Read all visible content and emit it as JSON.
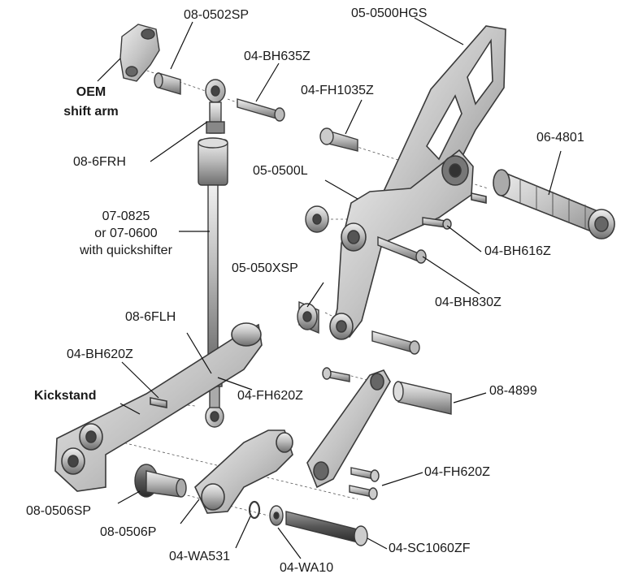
{
  "labels": {
    "part_08_0502SP": "08-0502SP",
    "part_05_0500HGS": "05-0500HGS",
    "part_04_BH635Z": "04-BH635Z",
    "oem_line1": "OEM",
    "oem_line2": "shift arm",
    "part_04_FH1035Z": "04-FH1035Z",
    "part_06_4801": "06-4801",
    "part_08_6FRH": "08-6FRH",
    "part_05_0500L": "05-0500L",
    "rod_line1": "07-0825",
    "rod_line2": "or 07-0600",
    "rod_line3": "with quickshifter",
    "part_04_BH616Z": "04-BH616Z",
    "part_05_050XSP": "05-050XSP",
    "part_04_BH830Z": "04-BH830Z",
    "part_08_6FLH": "08-6FLH",
    "part_04_BH620Z": "04-BH620Z",
    "kickstand": "Kickstand",
    "part_04_FH620Z_upper": "04-FH620Z",
    "part_08_4899": "08-4899",
    "part_04_FH620Z_lower": "04-FH620Z",
    "part_08_0506SP": "08-0506SP",
    "part_08_0506P": "08-0506P",
    "part_04_WA531": "04-WA531",
    "part_04_WA10": "04-WA10",
    "part_04_SC1060ZF": "04-SC1060ZF"
  },
  "colors": {
    "part_fill": "#c9c9c9",
    "part_light": "#e4e4e4",
    "part_dark": "#8a8a8a",
    "edge": "#3a3a3a",
    "leader": "#111111",
    "axis_dash": "#555555"
  }
}
